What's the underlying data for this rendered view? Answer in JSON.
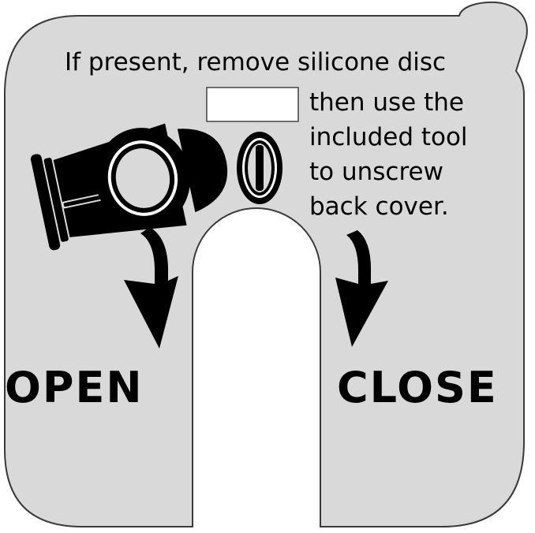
{
  "instruction": {
    "line1": "If present, remove silicone disc",
    "line2": "then use the",
    "line3": "included tool",
    "line4": "to unscrew",
    "line5": "back cover."
  },
  "labels": {
    "open": "OPEN",
    "close": "CLOSE"
  },
  "colors": {
    "panel": "#d9d9d9",
    "outline": "#3a3a3a",
    "ink": "#000000",
    "background": "#ffffff"
  },
  "icons": {
    "device": "device-side-view-icon",
    "disc": "slotted-screw-cover-icon",
    "open_arrow": "curved-arrow-down-icon",
    "close_arrow": "curved-arrow-down-icon",
    "disc_slot": "empty-placeholder-rectangle"
  }
}
